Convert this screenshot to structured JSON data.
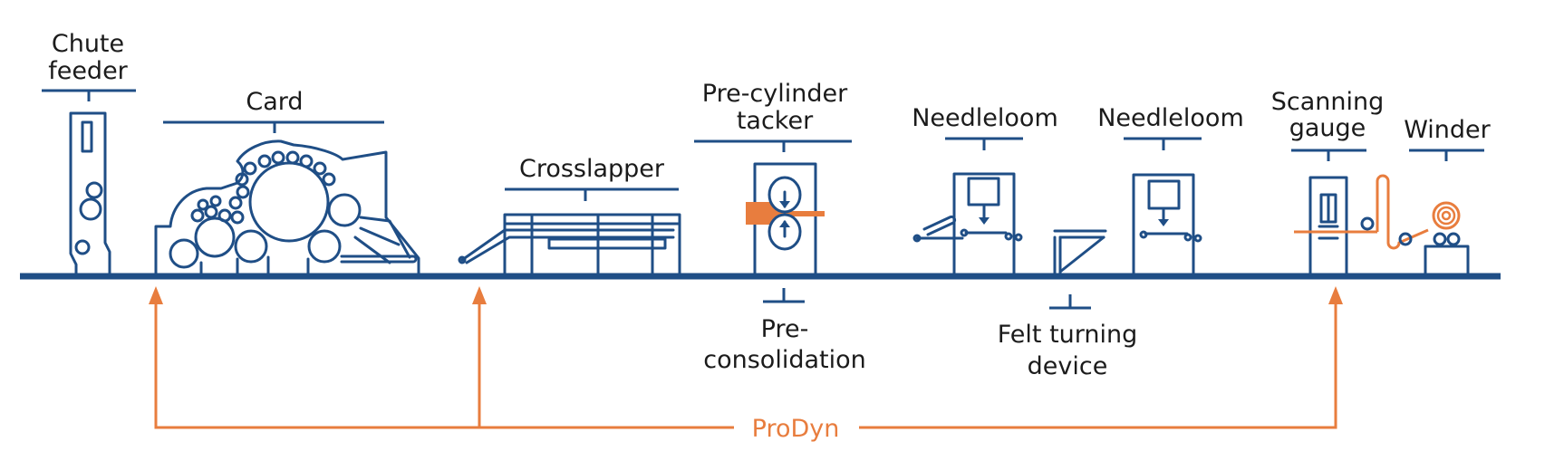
{
  "labels": {
    "chute_feeder_1": "Chute",
    "chute_feeder_2": "feeder",
    "card": "Card",
    "crosslapper": "Crosslapper",
    "pre_cylinder_1": "Pre-cylinder",
    "pre_cylinder_2": "tacker",
    "needleloom_1": "Needleloom",
    "needleloom_2": "Needleloom",
    "scanning_1": "Scanning",
    "scanning_2": "gauge",
    "winder": "Winder",
    "preconsolidation_1": "Pre-",
    "preconsolidation_2": "consolidation",
    "felt_turning_1": "Felt turning",
    "felt_turning_2": "device",
    "prodyn": "ProDyn"
  },
  "colors": {
    "machine": "#1f4e86",
    "accent": "#e87d3e",
    "text": "#1b1b1b"
  }
}
